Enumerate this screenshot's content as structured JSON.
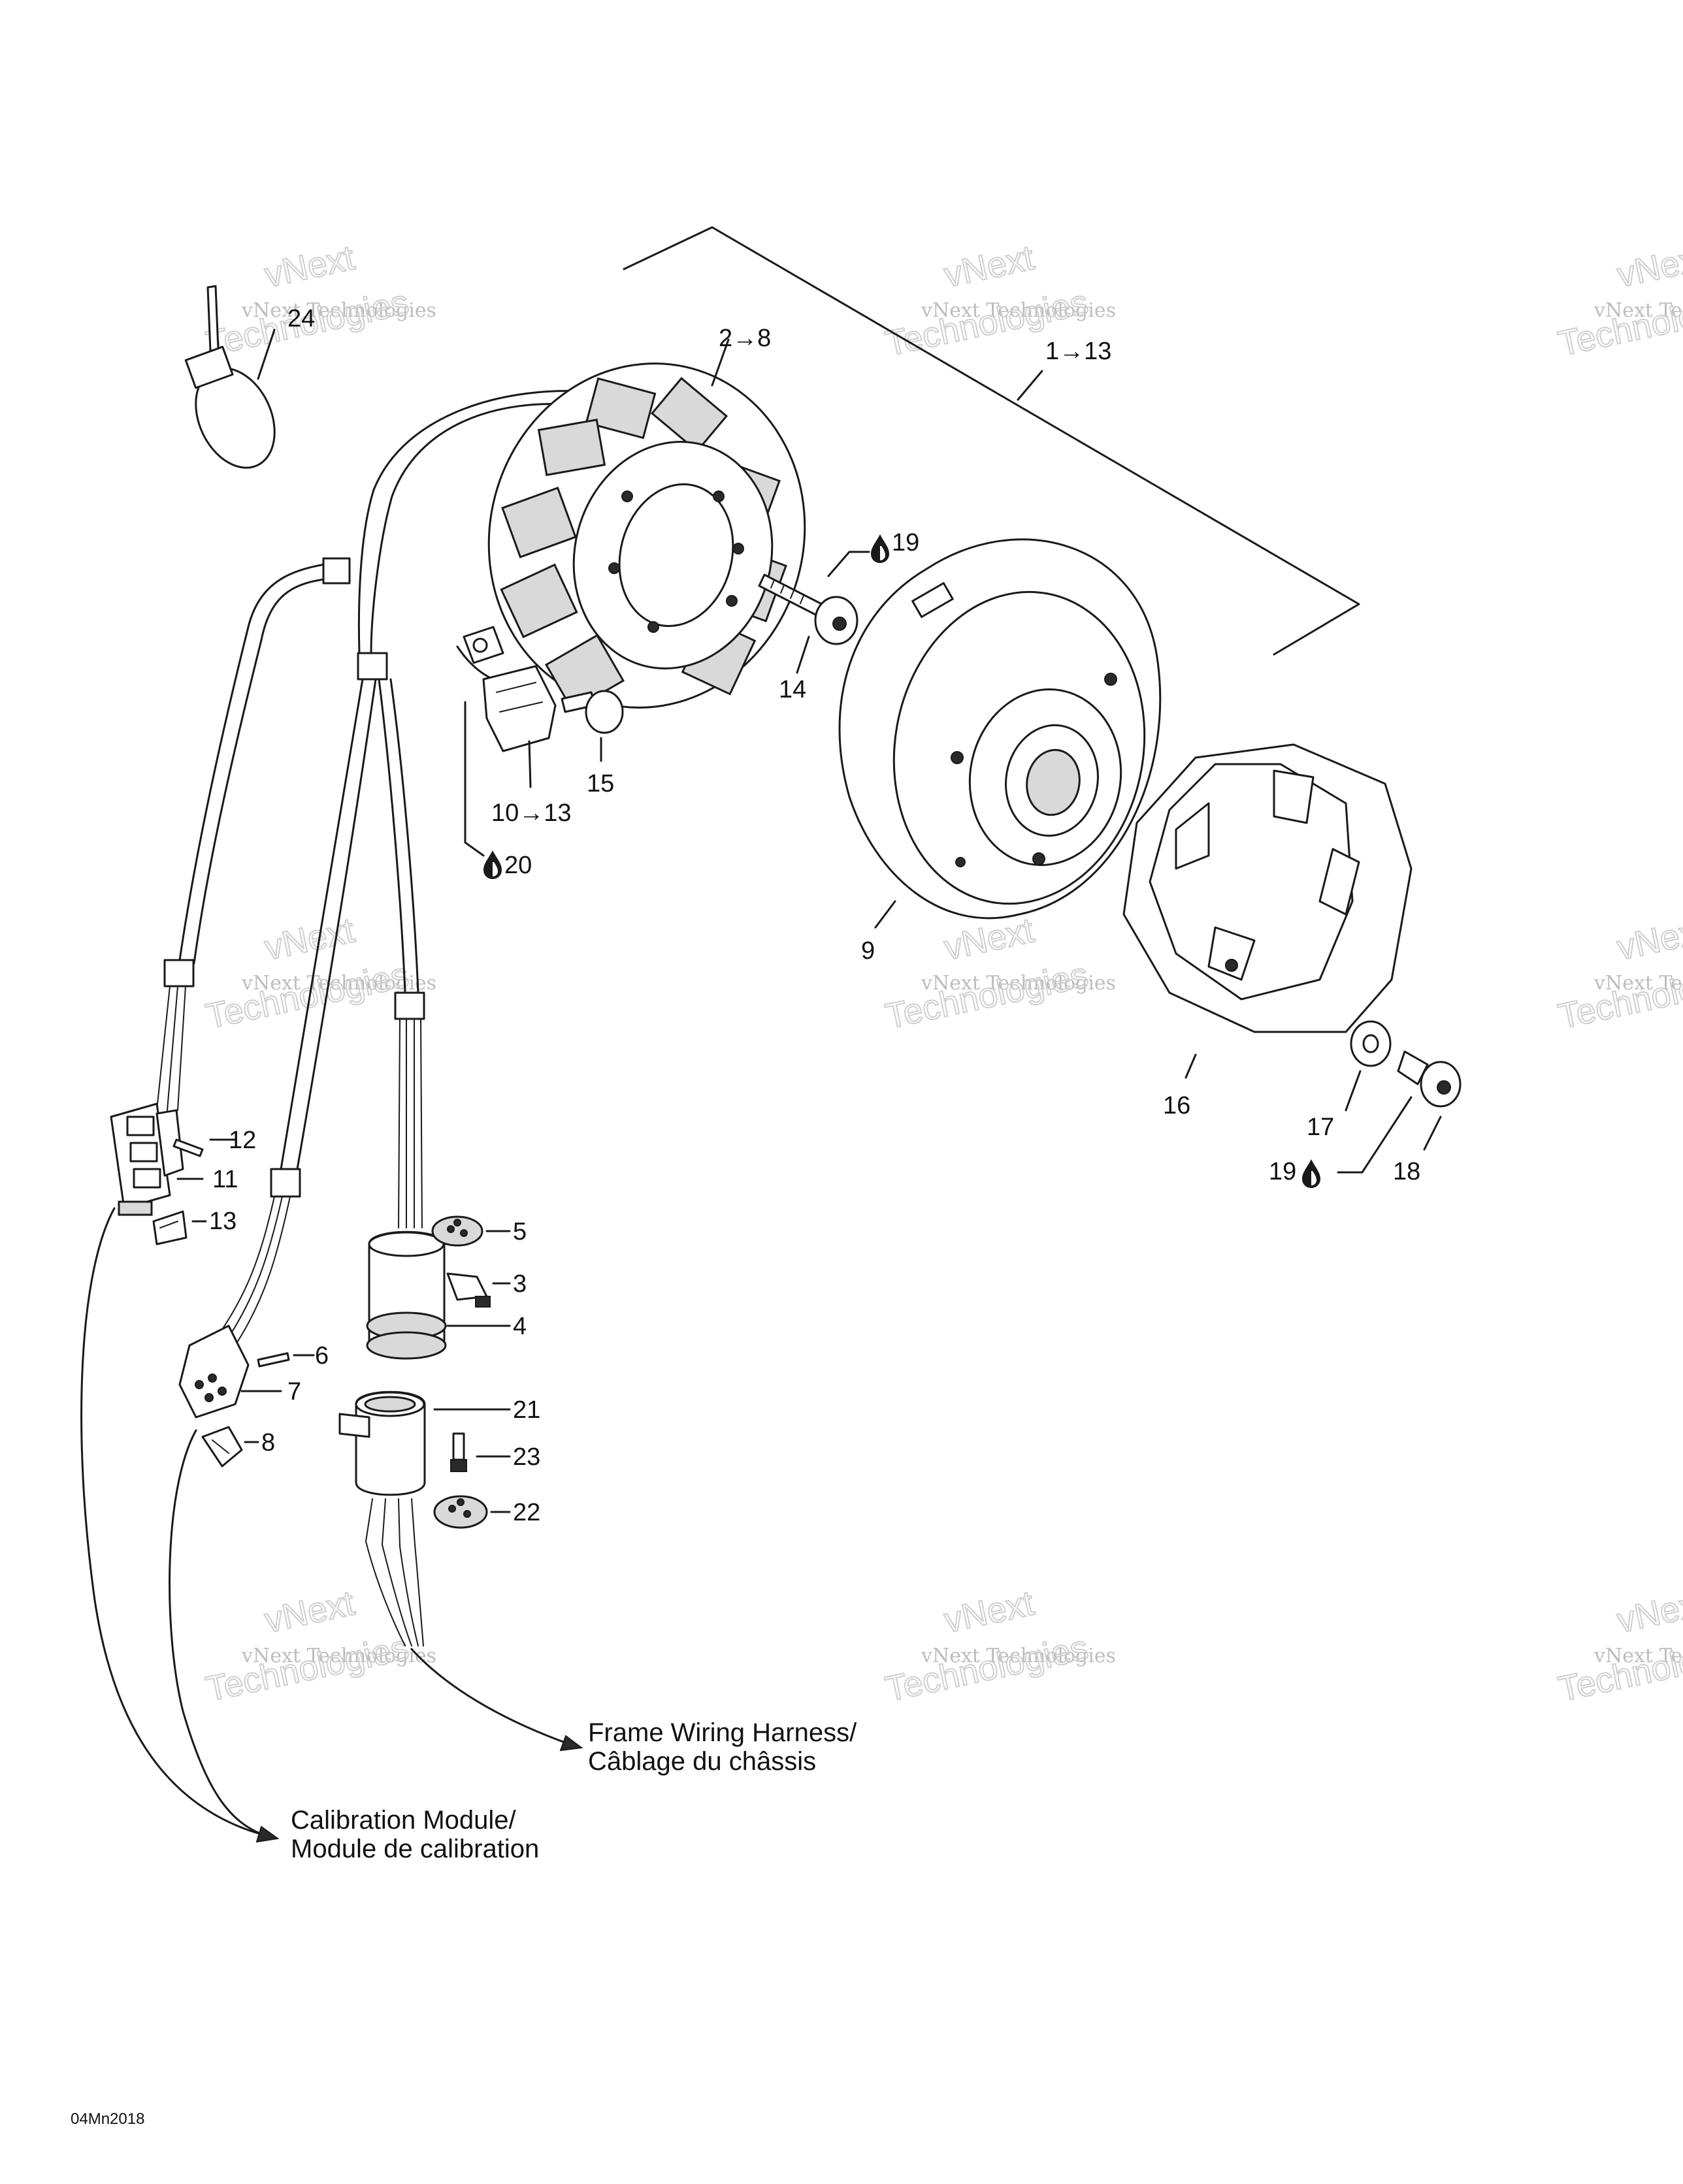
{
  "diagram_ref": "04Mn2018",
  "watermark": {
    "line1": "vNext",
    "line2": "vNext Technologies",
    "line3": "Technologies"
  },
  "callouts": {
    "c24": "24",
    "c2_8": "2→8",
    "c1_13": "1→13",
    "c19a": "19",
    "c14": "14",
    "c15": "15",
    "c10_13": "10→13",
    "c20": "20",
    "c9": "9",
    "c16": "16",
    "c17": "17",
    "c18": "18",
    "c19b": "19",
    "c12": "12",
    "c11": "11",
    "c13": "13",
    "c5": "5",
    "c3": "3",
    "c4": "4",
    "c6": "6",
    "c7": "7",
    "c8": "8",
    "c21": "21",
    "c23": "23",
    "c22": "22"
  },
  "destinations": {
    "frame_line1": "Frame Wiring Harness/",
    "frame_line2": "Câblage du châssis",
    "calib_line1": "Calibration Module/",
    "calib_line2": "Module de calibration"
  },
  "icons": [
    "oil-drop-icon"
  ]
}
